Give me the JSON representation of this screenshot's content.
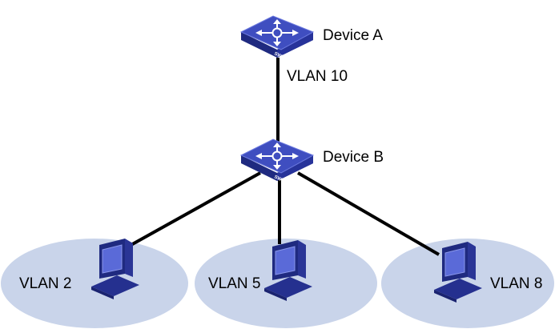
{
  "colors": {
    "vlan_zone_fill": "#c9d4ea",
    "switch_top": "#3f4ec0",
    "switch_side": "#1f2a80",
    "link": "#000000",
    "pc_body": "#2f3ca8",
    "pc_screen": "#5a6ad8"
  },
  "devices": {
    "device_a": {
      "label": "Device A",
      "icon": "switch-icon",
      "badge": "SWITCH"
    },
    "device_b": {
      "label": "Device B",
      "icon": "switch-icon",
      "badge": "SWITCH"
    }
  },
  "links": {
    "a_b": {
      "label": "VLAN 10"
    }
  },
  "vlans": [
    {
      "label": "VLAN 2",
      "icon": "computer-icon"
    },
    {
      "label": "VLAN 5",
      "icon": "computer-icon"
    },
    {
      "label": "VLAN 8",
      "icon": "computer-icon"
    }
  ]
}
